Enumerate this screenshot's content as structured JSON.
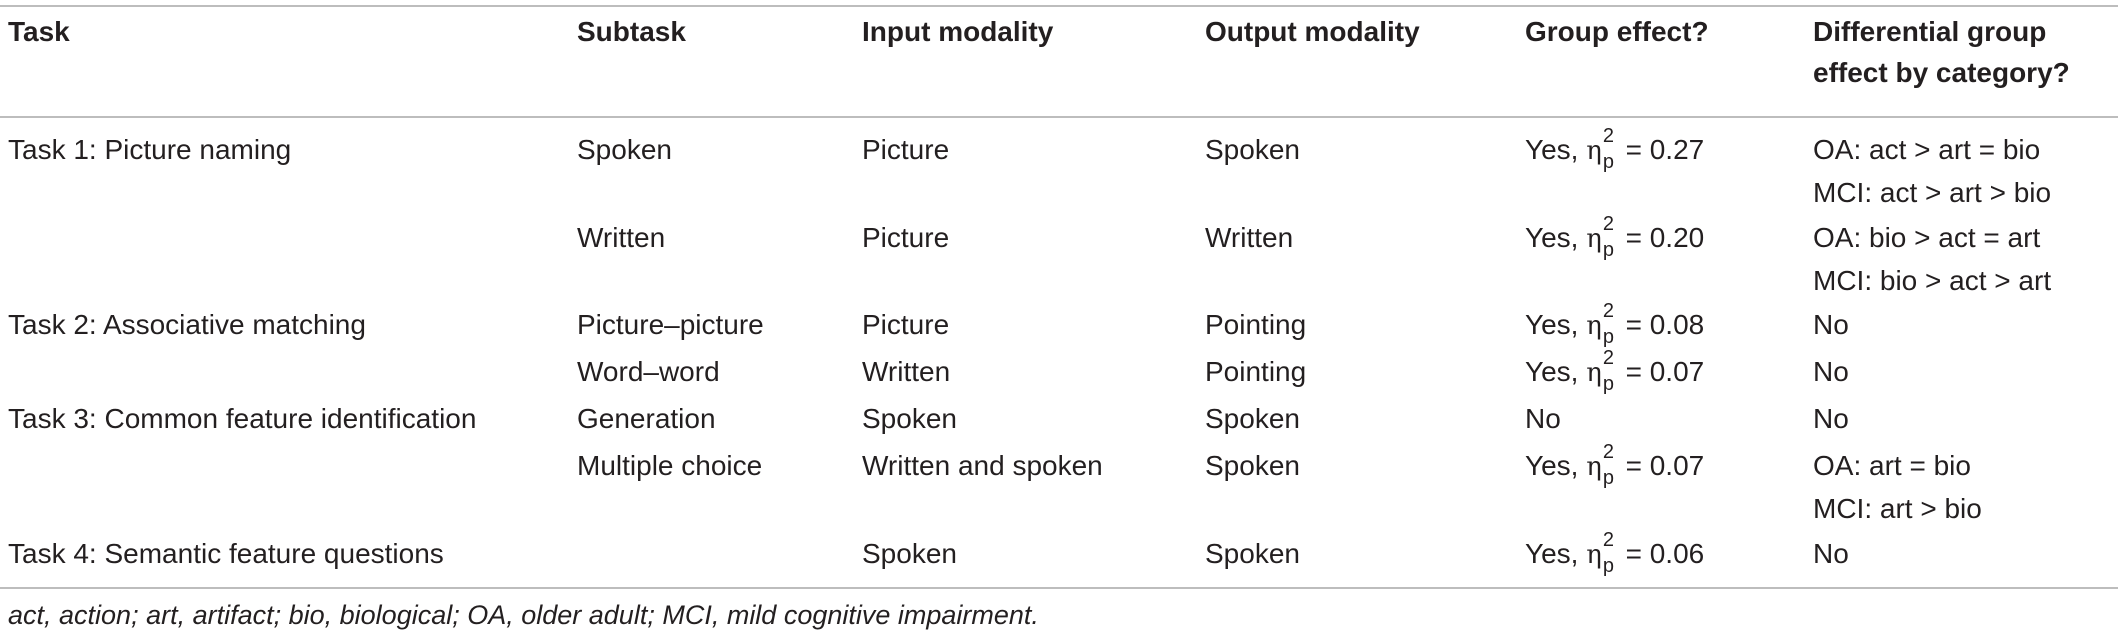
{
  "headers": {
    "task": "Task",
    "subtask": "Subtask",
    "input": "Input modality",
    "output": "Output modality",
    "group_effect": "Group effect?",
    "differential_line1": "Differential group",
    "differential_line2": "effect by category?"
  },
  "eta_symbol": "η",
  "eta_sup": "2",
  "eta_sub": "p",
  "rows": [
    {
      "task": "Task 1: Picture naming",
      "subtask": "Spoken",
      "input": "Picture",
      "output": "Spoken",
      "group_prefix": "Yes, ",
      "group_value": " = 0.27",
      "diff": [
        "OA: act > art = bio",
        "MCI: act > art > bio"
      ]
    },
    {
      "task": "",
      "subtask": "Written",
      "input": "Picture",
      "output": "Written",
      "group_prefix": "Yes, ",
      "group_value": " = 0.20",
      "diff": [
        "OA: bio > act = art",
        "MCI: bio > act > art"
      ]
    },
    {
      "task": "Task 2: Associative matching",
      "subtask": "Picture–picture",
      "input": "Picture",
      "output": "Pointing",
      "group_prefix": "Yes, ",
      "group_value": " = 0.08",
      "diff": [
        "No"
      ]
    },
    {
      "task": "",
      "subtask": "Word–word",
      "input": "Written",
      "output": "Pointing",
      "group_prefix": "Yes, ",
      "group_value": " = 0.07",
      "diff": [
        "No"
      ]
    },
    {
      "task": "Task 3: Common feature identification",
      "subtask": "Generation",
      "input": "Spoken",
      "output": "Spoken",
      "group_plain": "No",
      "diff": [
        "No"
      ]
    },
    {
      "task": "",
      "subtask": "Multiple choice",
      "input": "Written and spoken",
      "output": "Spoken",
      "group_prefix": "Yes, ",
      "group_value": " = 0.07",
      "diff": [
        "OA: art = bio",
        "MCI: art > bio"
      ]
    },
    {
      "task": "Task 4: Semantic feature questions",
      "subtask": "",
      "input": "Spoken",
      "output": "Spoken",
      "group_prefix": "Yes, ",
      "group_value": " = 0.06",
      "diff": [
        "No"
      ]
    }
  ],
  "footnote": "act, action; art, artifact; bio, biological; OA, older adult; MCI, mild cognitive impairment."
}
